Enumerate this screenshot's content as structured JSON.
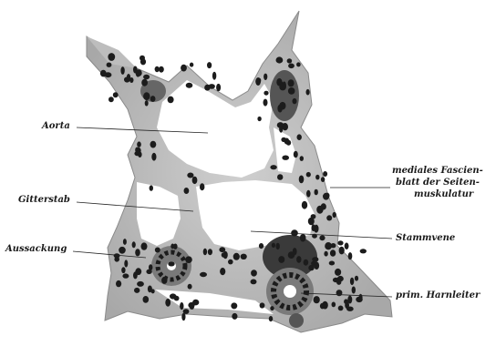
{
  "figure": {
    "labels": {
      "aorta": "Aorta",
      "gitterstab": "Gitterstab",
      "aussackung": "Aussackung",
      "fascie_line1": "mediales Fascien-",
      "fascie_line2": "blatt der Seiten-",
      "fascie_line3": "muskulatur",
      "stammvene": "Stammvene",
      "harnleiter": "prim. Harnleiter"
    },
    "colors": {
      "tissue": "#d9d9d9",
      "tissue_dark": "#9a9a9a",
      "nuclei": "#1c1c1c",
      "background": "#ffffff"
    }
  }
}
